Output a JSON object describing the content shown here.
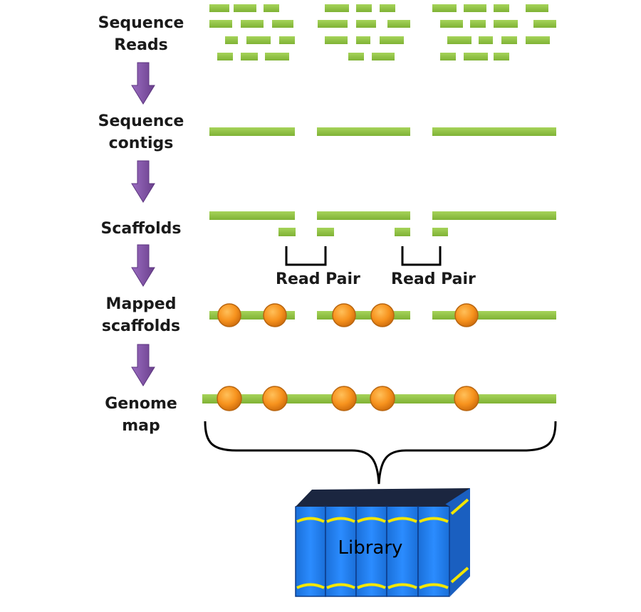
{
  "stages": [
    {
      "line1": "Sequence",
      "line2": "Reads"
    },
    {
      "line1": "Sequence",
      "line2": "contigs"
    },
    {
      "line1": "Scaffolds",
      "line2": ""
    },
    {
      "line1": "Mapped",
      "line2": "scaffolds"
    },
    {
      "line1": "Genome",
      "line2": "map"
    }
  ],
  "read_pair_labels": [
    "Read Pair",
    "Read Pair"
  ],
  "library_label": "Library",
  "colors": {
    "segment": "#8fc43f",
    "segment_dark": "#6e9c2b",
    "arrow": "#7b4f9e",
    "marker": "#f7931e",
    "marker_dark": "#c96a10",
    "book_blue": "#1f7ff0",
    "book_top": "#1d2a44",
    "book_band": "#f2e600",
    "bracket": "#000000"
  }
}
